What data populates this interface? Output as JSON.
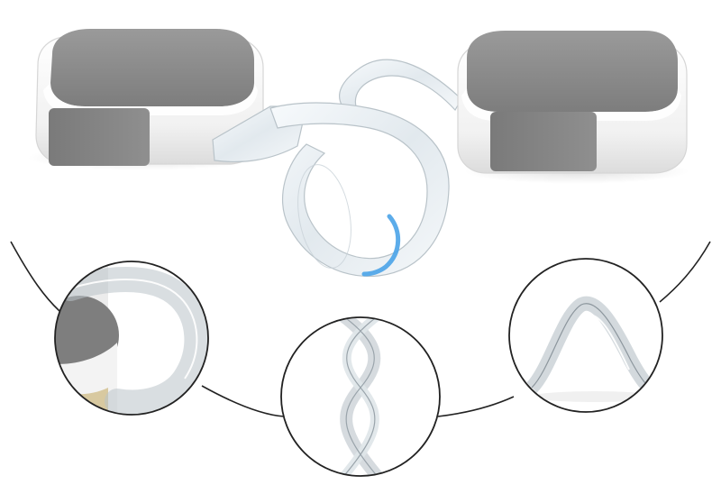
{
  "colors": {
    "background": "#ffffff",
    "cap": "#8a8a8a",
    "cap_dark": "#6f6f6f",
    "housing": "#f4f4f4",
    "housing_edge": "#d9d9d9",
    "strap": "#e8eef2",
    "strap_edge": "#b9c3c9",
    "accent_blue": "#4aa3e8",
    "adhesive": "#d8c9a0",
    "line": "#222222"
  },
  "image": {
    "main_subject": "lock-device",
    "detail_views": [
      "strap-bend-detail",
      "strap-twist-detail",
      "strap-arch-detail"
    ]
  }
}
